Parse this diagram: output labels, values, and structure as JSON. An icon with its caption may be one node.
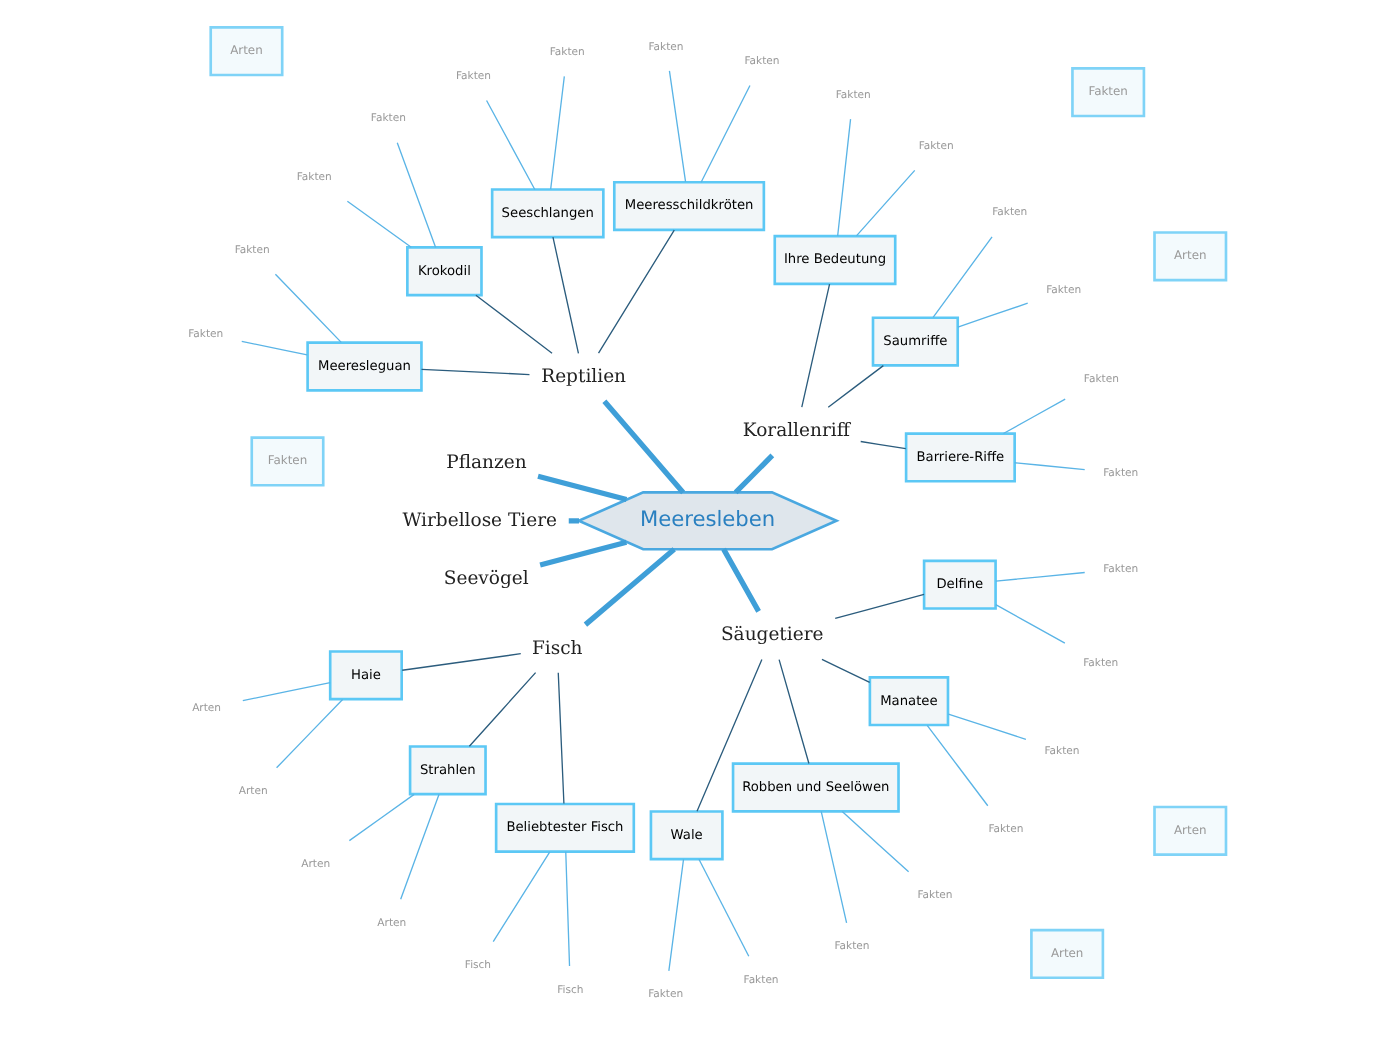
{
  "diagram": {
    "nodes": [
      {
        "text": [
          "Meeresleben"
        ]
      },
      {
        "text": [
          "Korallenriff"
        ]
      },
      {
        "text": [
          "Barriere-Riffe"
        ]
      },
      {
        "text": [
          "Fakten"
        ]
      },
      {
        "text": [
          "Fakten"
        ]
      },
      {
        "text": [
          "Saumriffe"
        ]
      },
      {
        "text": [
          "Fakten"
        ]
      },
      {
        "text": [
          "Fakten"
        ]
      },
      {
        "text": [
          "Ihre Bedeutung"
        ]
      },
      {
        "text": [
          "Fakten"
        ]
      },
      {
        "text": [
          "Fakten"
        ]
      },
      {
        "text": [
          "Reptilien"
        ]
      },
      {
        "text": [
          "Meeresschildkröten"
        ]
      },
      {
        "text": [
          "Fakten"
        ]
      },
      {
        "text": [
          "Fakten"
        ]
      },
      {
        "text": [
          "Seeschlangen"
        ]
      },
      {
        "text": [
          "Fakten"
        ]
      },
      {
        "text": [
          "Fakten"
        ]
      },
      {
        "text": [
          "Krokodil"
        ]
      },
      {
        "text": [
          "Fakten"
        ]
      },
      {
        "text": [
          "Fakten"
        ]
      },
      {
        "text": [
          "Meeresleguan"
        ]
      },
      {
        "text": [
          "Fakten"
        ]
      },
      {
        "text": [
          "Fakten"
        ]
      },
      {
        "text": [
          "Pflanzen"
        ]
      },
      {
        "text": [
          "Fakten"
        ]
      },
      {
        "text": [
          "Fakten"
        ]
      },
      {
        "text": [
          "Wirbellose Tiere"
        ]
      },
      {
        "text": [
          "Arten"
        ]
      },
      {
        "text": [
          "Arten"
        ]
      },
      {
        "text": [
          "Seevögel"
        ]
      },
      {
        "text": [
          "Arten"
        ]
      },
      {
        "text": [
          "Arten"
        ]
      },
      {
        "text": [
          "Fisch"
        ]
      },
      {
        "text": [
          "Haie"
        ]
      },
      {
        "text": [
          "Arten"
        ]
      },
      {
        "text": [
          "Arten"
        ]
      },
      {
        "text": [
          "Strahlen"
        ]
      },
      {
        "text": [
          "Arten"
        ]
      },
      {
        "text": [
          "Arten"
        ]
      },
      {
        "text": [
          "Beliebtester Fisch"
        ]
      },
      {
        "text": [
          "Fisch"
        ]
      },
      {
        "text": [
          "Fisch"
        ]
      },
      {
        "text": [
          "Säugetiere"
        ]
      },
      {
        "text": [
          "Wale"
        ]
      },
      {
        "text": [
          "Fakten"
        ]
      },
      {
        "text": [
          "Fakten"
        ]
      },
      {
        "text": [
          "Robben und Seelöwen"
        ]
      },
      {
        "text": [
          "Fakten"
        ]
      },
      {
        "text": [
          "Fakten"
        ]
      },
      {
        "text": [
          "Manatee"
        ]
      },
      {
        "text": [
          "Fakten"
        ]
      },
      {
        "text": [
          "Fakten"
        ]
      },
      {
        "text": [
          "Delfine"
        ]
      },
      {
        "text": [
          "Fakten"
        ]
      },
      {
        "text": [
          "Fakten"
        ]
      }
    ],
    "edges": [
      {
        "from": 0,
        "to": 1,
        "arrow": "none",
        "style": "thick",
        "color": "#3f9fd8"
      },
      {
        "from": 1,
        "to": 2,
        "arrow": "none",
        "color": "#2b5c7d"
      },
      {
        "from": 2,
        "to": 3,
        "arrow": "none"
      },
      {
        "from": 2,
        "to": 4,
        "arrow": "none"
      },
      {
        "from": 1,
        "to": 5,
        "arrow": "none",
        "color": "#2b5c7d"
      },
      {
        "from": 5,
        "to": 6,
        "arrow": "none"
      },
      {
        "from": 5,
        "to": 7,
        "arrow": "none"
      },
      {
        "from": 1,
        "to": 8,
        "arrow": "none",
        "color": "#2b5c7d"
      },
      {
        "from": 8,
        "to": 9,
        "arrow": "none"
      },
      {
        "from": 8,
        "to": 10,
        "arrow": "none"
      },
      {
        "from": 0,
        "to": 11,
        "arrow": "none",
        "style": "thick",
        "color": "#3f9fd8"
      },
      {
        "from": 11,
        "to": 12,
        "arrow": "none",
        "color": "#2b5c7d"
      },
      {
        "from": 12,
        "to": 13,
        "arrow": "none"
      },
      {
        "from": 12,
        "to": 14,
        "arrow": "none"
      },
      {
        "from": 11,
        "to": 15,
        "arrow": "none",
        "color": "#2b5c7d"
      },
      {
        "from": 15,
        "to": 16,
        "arrow": "none"
      },
      {
        "from": 15,
        "to": 17,
        "arrow": "none"
      },
      {
        "from": 11,
        "to": 18,
        "arrow": "none",
        "color": "#2b5c7d"
      },
      {
        "from": 18,
        "to": 19,
        "arrow": "none"
      },
      {
        "from": 18,
        "to": 20,
        "arrow": "none"
      },
      {
        "from": 11,
        "to": 21,
        "arrow": "none",
        "color": "#2b5c7d"
      },
      {
        "from": 21,
        "to": 22,
        "arrow": "none"
      },
      {
        "from": 21,
        "to": 23,
        "arrow": "none"
      },
      {
        "from": 0,
        "to": 24,
        "arrow": "none",
        "style": "thick",
        "color": "#3f9fd8"
      },
      {
        "from": 0,
        "to": 27,
        "arrow": "none",
        "style": "thick",
        "color": "#3f9fd8"
      },
      {
        "from": 0,
        "to": 30,
        "arrow": "none",
        "style": "thick",
        "color": "#3f9fd8"
      },
      {
        "from": 0,
        "to": 33,
        "arrow": "none",
        "style": "thick",
        "color": "#3f9fd8"
      },
      {
        "from": 33,
        "to": 34,
        "arrow": "none",
        "color": "#2b5c7d"
      },
      {
        "from": 34,
        "to": 35,
        "arrow": "none"
      },
      {
        "from": 34,
        "to": 36,
        "arrow": "none"
      },
      {
        "from": 33,
        "to": 37,
        "arrow": "none",
        "color": "#2b5c7d"
      },
      {
        "from": 37,
        "to": 38,
        "arrow": "none"
      },
      {
        "from": 37,
        "to": 39,
        "arrow": "none"
      },
      {
        "from": 33,
        "to": 40,
        "arrow": "none",
        "color": "#2b5c7d"
      },
      {
        "from": 40,
        "to": 41,
        "arrow": "none"
      },
      {
        "from": 40,
        "to": 42,
        "arrow": "none"
      },
      {
        "from": 0,
        "to": 43,
        "arrow": "none",
        "style": "thick",
        "color": "#3f9fd8"
      },
      {
        "from": 43,
        "to": 44,
        "arrow": "none",
        "color": "#2b5c7d"
      },
      {
        "from": 44,
        "to": 45,
        "arrow": "none"
      },
      {
        "from": 44,
        "to": 46,
        "arrow": "none"
      },
      {
        "from": 43,
        "to": 47,
        "arrow": "none",
        "color": "#2b5c7d"
      },
      {
        "from": 47,
        "to": 48,
        "arrow": "none"
      },
      {
        "from": 47,
        "to": 49,
        "arrow": "none"
      },
      {
        "from": 43,
        "to": 50,
        "arrow": "none",
        "color": "#2b5c7d"
      },
      {
        "from": 50,
        "to": 51,
        "arrow": "none"
      },
      {
        "from": 50,
        "to": 52,
        "arrow": "none"
      },
      {
        "from": 43,
        "to": 53,
        "arrow": "none",
        "color": "#2b5c7d"
      },
      {
        "from": 53,
        "to": 54,
        "arrow": "none"
      },
      {
        "from": 53,
        "to": 55,
        "arrow": "none"
      }
    ]
  }
}
